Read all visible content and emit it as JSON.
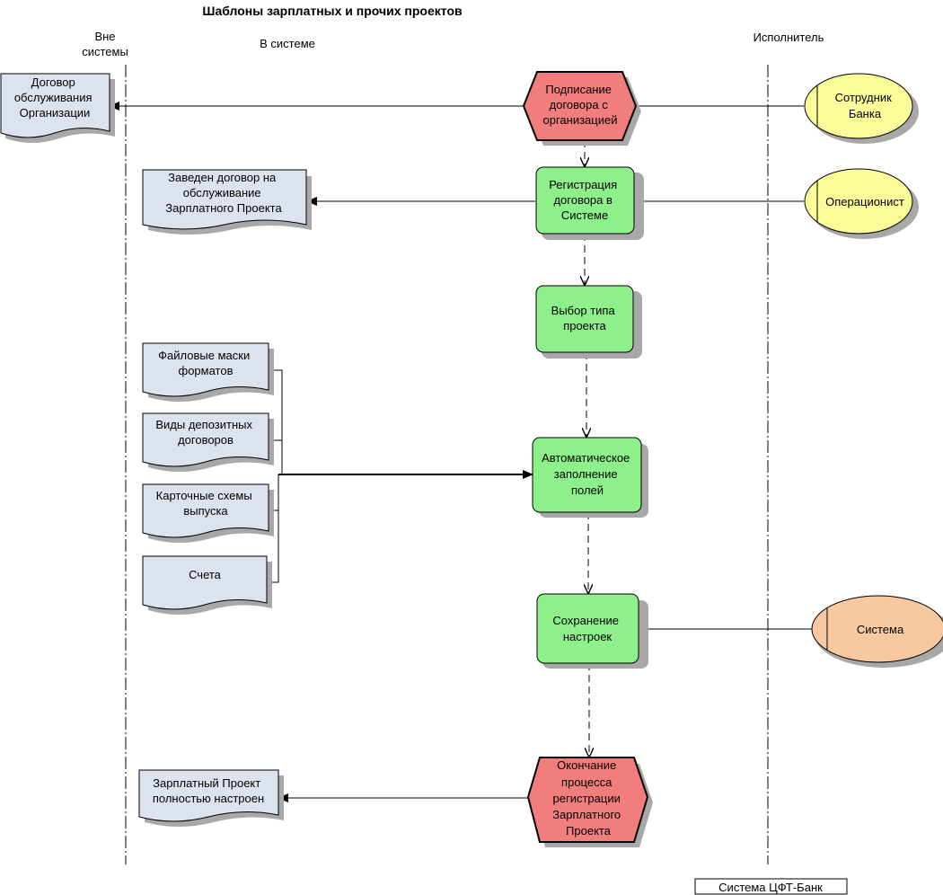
{
  "title": "Шаблоны зарплатных и прочих проектов",
  "lanes": {
    "outside_l1": "Вне",
    "outside_l2": "системы",
    "in_system": "В системе",
    "executor": "Исполнитель"
  },
  "events": {
    "sign": [
      "Подписание",
      "договора с",
      "организацией"
    ],
    "finish": [
      "Окончание",
      "процесса",
      "регистрации",
      "Зарплатного",
      "Проекта"
    ]
  },
  "functions": {
    "register": [
      "Регистрация",
      "договора в",
      "Системе"
    ],
    "choose_type": [
      "Выбор типа",
      "проекта"
    ],
    "autofill": [
      "Автоматическое",
      "заполнение",
      "полей"
    ],
    "save": [
      "Сохранение",
      "настроек"
    ]
  },
  "documents": {
    "contract": [
      "Договор",
      "обслуживания",
      "Организации"
    ],
    "registered": [
      "Заведен договор на",
      "обслуживание",
      "Зарплатного Проекта"
    ],
    "masks": [
      "Файловые маски",
      "форматов"
    ],
    "deposits": [
      "Виды депозитных",
      "договоров"
    ],
    "cards": [
      "Карточные схемы",
      "выпуска"
    ],
    "accounts": [
      "Счета"
    ],
    "done": [
      "Зарплатный Проект",
      "полностью настроен"
    ]
  },
  "roles": {
    "employee": [
      "Сотрудник",
      "Банка"
    ],
    "operator": [
      "Операционист"
    ],
    "system": [
      "Система"
    ]
  },
  "footer": "Система ЦФТ-Банк",
  "colors": {
    "event": "#f27d7d",
    "function": "#8ef08a",
    "document": "#dde3ee",
    "role_person": "#fbfb9a",
    "role_system": "#f8c8a0",
    "shadow": "#a8a8a8"
  }
}
